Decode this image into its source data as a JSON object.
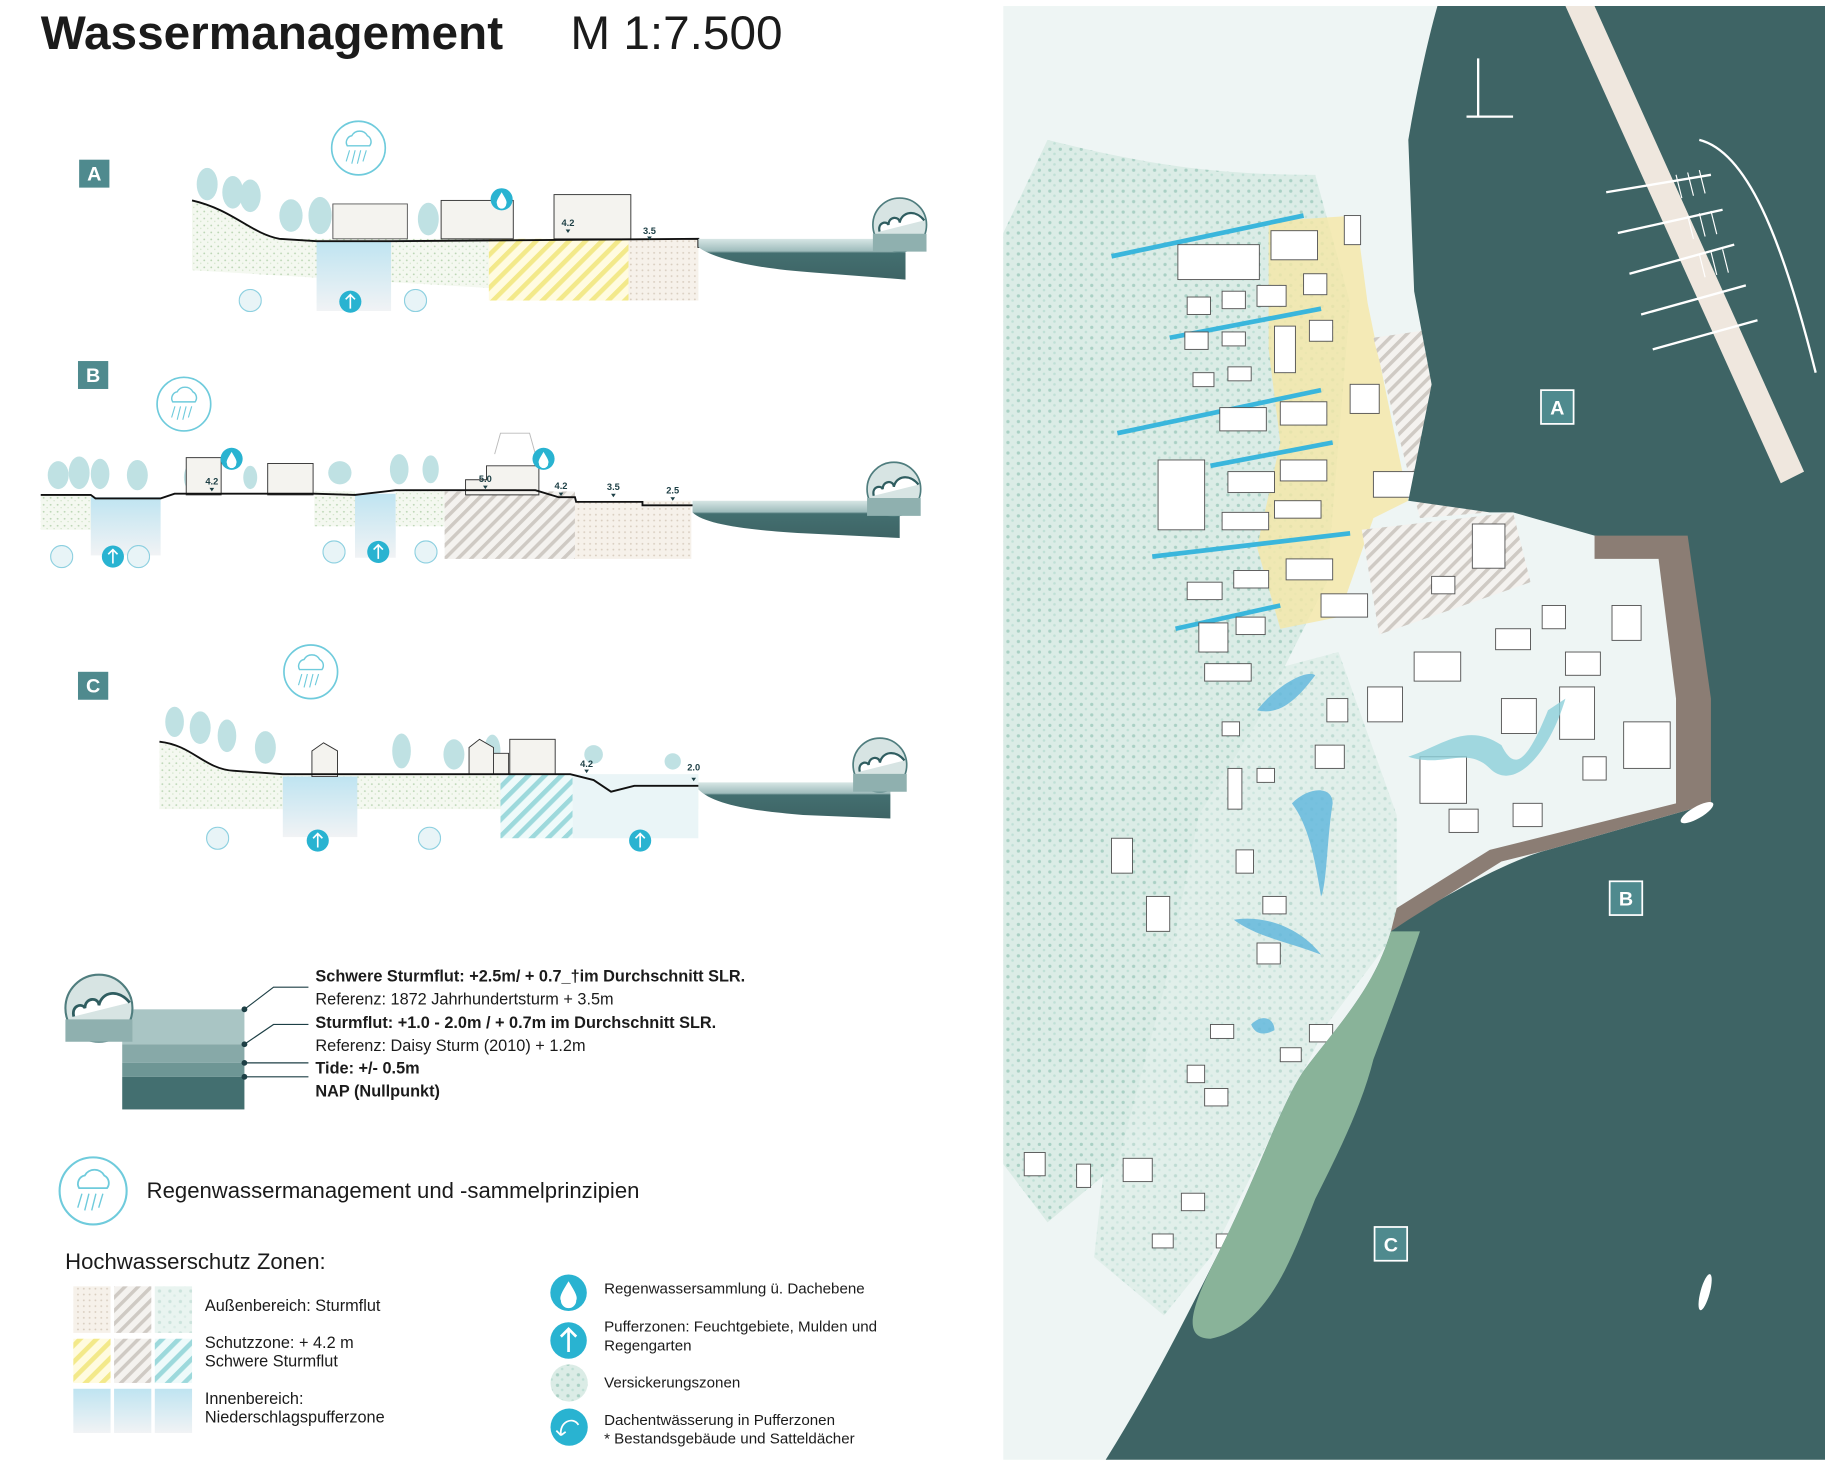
{
  "title": {
    "main": "Wassermanagement",
    "scale": "M 1:7.500"
  },
  "sections": [
    {
      "label": "A",
      "levels": [
        "4.2",
        "3.5"
      ]
    },
    {
      "label": "B",
      "levels": [
        "4.2",
        "5.0",
        "4.2",
        "3.5",
        "2.5"
      ]
    },
    {
      "label": "C",
      "levels": [
        "4.2",
        "2.0"
      ]
    }
  ],
  "water_legend": {
    "items": [
      {
        "title": "Schwere Sturmflut: +2.5m/ + 0.7_†im Durchschnitt SLR.",
        "ref": "Referenz: 1872 Jahrhundertsturm + 3.5m"
      },
      {
        "title": "Sturmflut: +1.0 - 2.0m / + 0.7m im Durchschnitt SLR.",
        "ref": "Referenz: Daisy Sturm (2010) + 1.2m"
      },
      {
        "title": "Tide: +/- 0.5m"
      },
      {
        "title": "NAP (Nullpunkt)"
      }
    ],
    "colors": [
      "#a9c5c4",
      "#87a9a8",
      "#6e9695",
      "#436f70"
    ]
  },
  "rain_legend": "Regenwassermanagement und -sammelprinzipien",
  "zones": {
    "heading": "Hochwasserschutz Zonen:",
    "rows": [
      {
        "line1": "Außenbereich: Sturmflut"
      },
      {
        "line1": "Schutzzone: + 4.2 m",
        "line2": "Schwere Sturmflut"
      },
      {
        "line1": "Innenbereich:",
        "line2": "Niederschlagspufferzone"
      }
    ]
  },
  "icon_legend": [
    {
      "icon": "water-drop-icon",
      "line1": "Regenwassersammlung ü. Dachebene"
    },
    {
      "icon": "arrow-up-icon",
      "line1": "Pufferzonen: Feuchtgebiete, Mulden und",
      "line2": "Regengarten"
    },
    {
      "icon": "dotted-circle-icon",
      "line1": "Versickerungszonen"
    },
    {
      "icon": "roof-drain-icon",
      "line1": "Dachentwässerung in Pufferzonen",
      "line2": "* Bestandsgebäude und Satteldächer"
    }
  ],
  "map": {
    "labels": [
      "A",
      "B",
      "C"
    ]
  },
  "colors": {
    "accent": "#29b3d1",
    "sea": "#3e6465",
    "label_box": "#4f8a8e",
    "yellow": "#f3e98a"
  }
}
